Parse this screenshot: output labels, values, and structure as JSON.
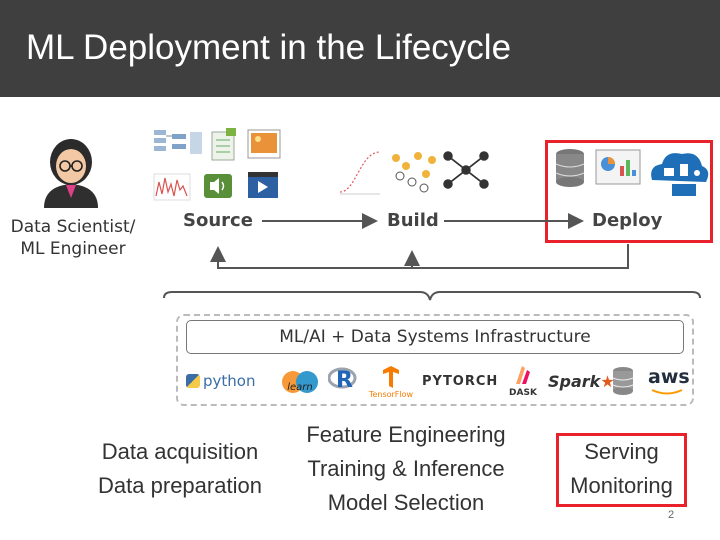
{
  "title": "ML Deployment in the Lifecycle",
  "role": {
    "line1": "Data Scientist/",
    "line2": "ML Engineer"
  },
  "stages": {
    "source": "Source",
    "build": "Build",
    "deploy": "Deploy"
  },
  "infrastructure": "ML/AI + Data Systems Infrastructure",
  "logos": {
    "python": "python",
    "sklearn": "learn",
    "r": "R",
    "tensorflow": "TensorFlow",
    "pytorch": "PYTORCH",
    "dask": "DASK",
    "spark": "Spark",
    "aws": "aws"
  },
  "tasks": {
    "source": [
      "Data acquisition",
      "Data preparation"
    ],
    "build": [
      "Feature Engineering",
      "Training & Inference",
      "Model Selection"
    ],
    "deploy": [
      "Serving",
      "Monitoring"
    ]
  },
  "page_number": "2",
  "colors": {
    "title_bar": "#3f3f3f",
    "highlight": "#e8212a",
    "arrow": "#555555"
  }
}
